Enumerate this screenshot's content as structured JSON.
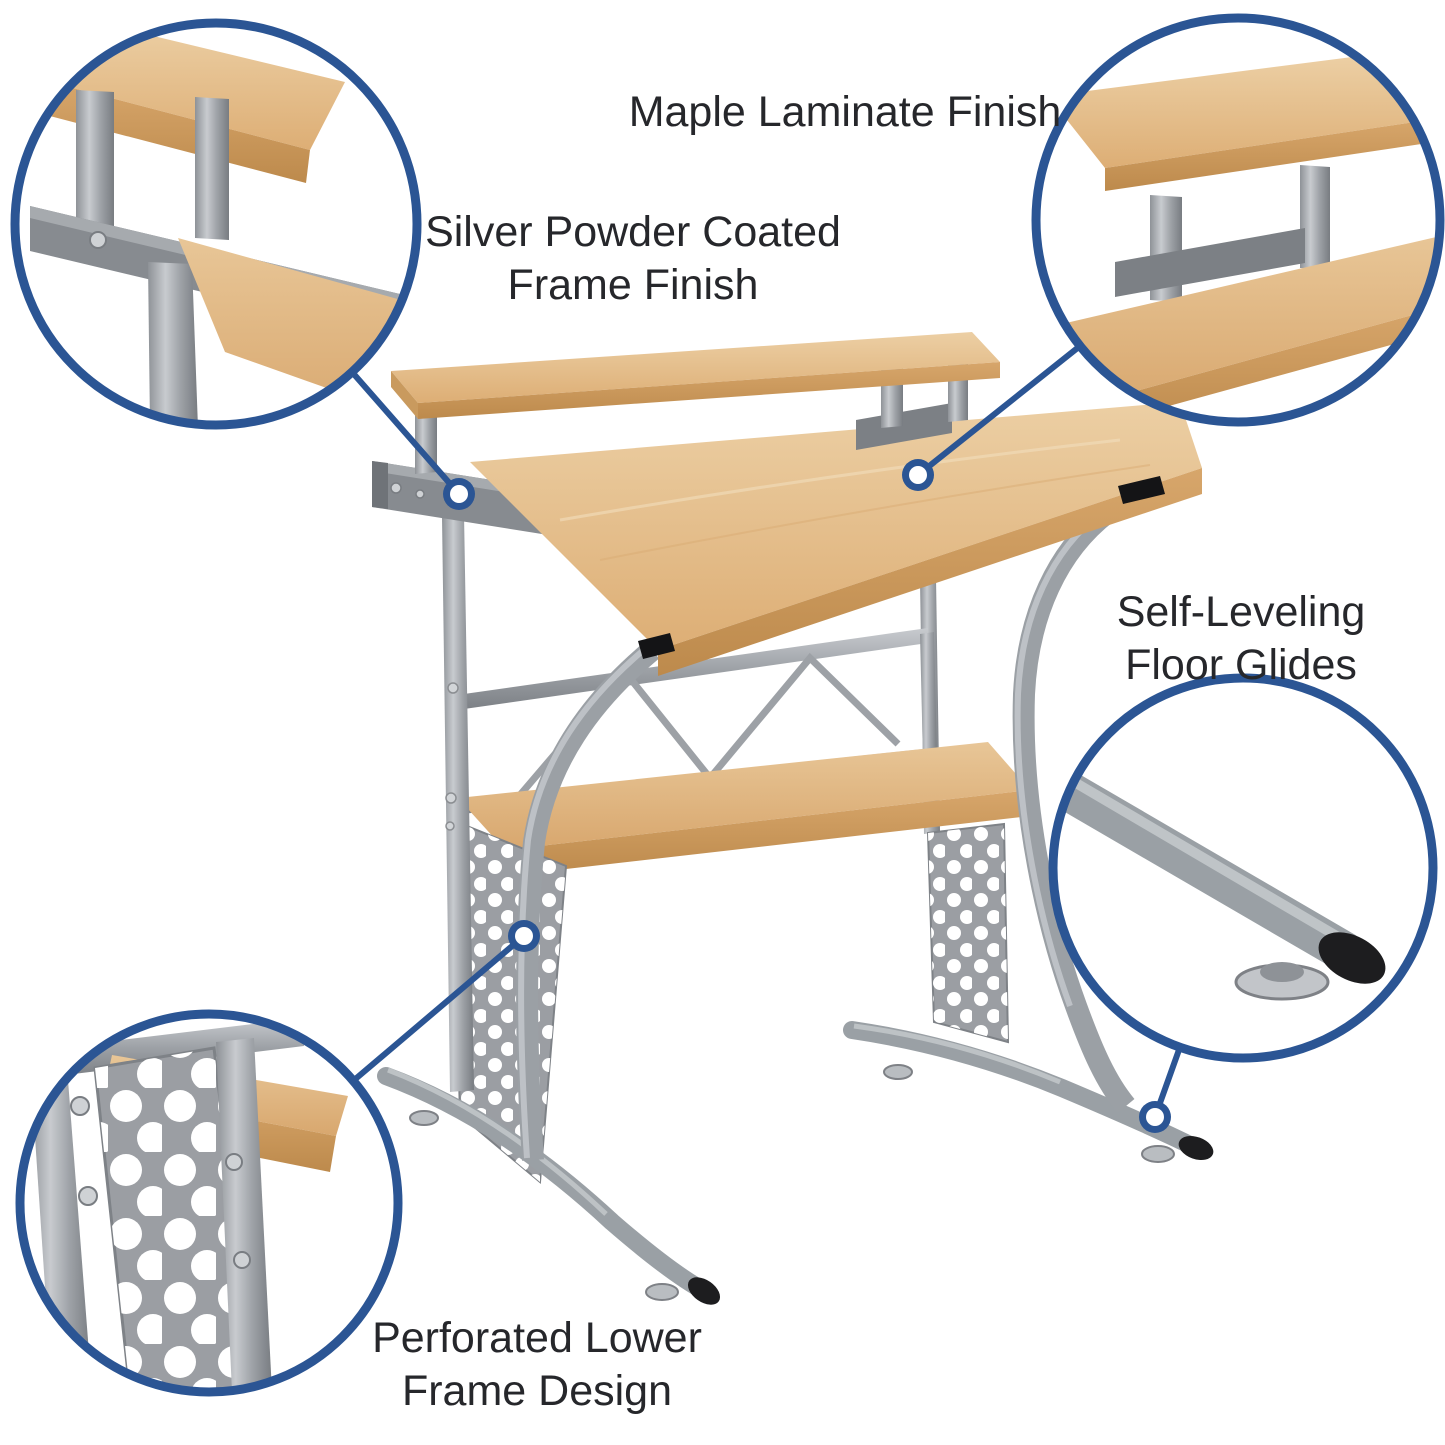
{
  "scene": {
    "background": "#ffffff",
    "accent_blue": "#2b5594",
    "label_text_color": "#26272b",
    "maple_color": "#e0b584",
    "silver_frame_color": "#a2a6ab"
  },
  "callouts": {
    "maple": {
      "line1": "Maple Laminate Finish"
    },
    "silver": {
      "line1": "Silver Powder Coated",
      "line2": "Frame Finish"
    },
    "glides": {
      "line1": "Self-Leveling",
      "line2": "Floor Glides"
    },
    "perforated": {
      "line1": "Perforated Lower",
      "line2": "Frame Design"
    }
  }
}
